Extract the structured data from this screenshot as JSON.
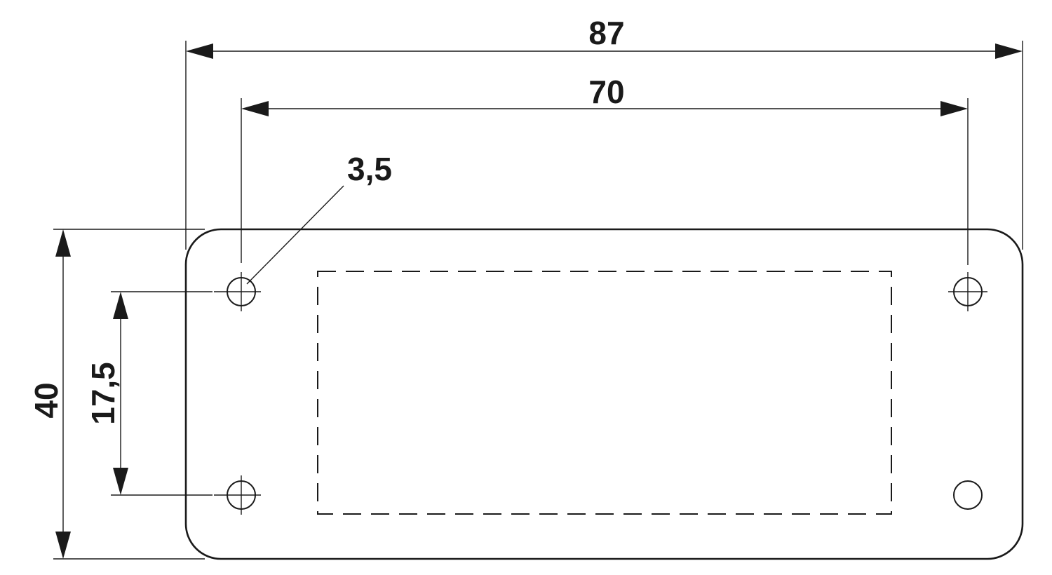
{
  "dimensions": {
    "overall_width": "87",
    "hole_spacing_horizontal": "70",
    "hole_diameter": "3,5",
    "overall_height": "40",
    "hole_spacing_vertical": "17,5"
  },
  "colors": {
    "line": "#1a1a1a",
    "background": "#ffffff"
  }
}
